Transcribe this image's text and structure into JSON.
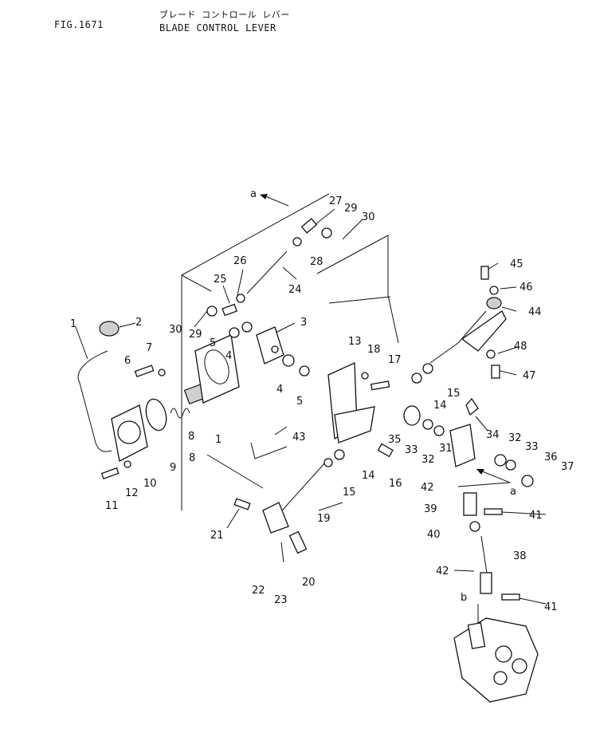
{
  "header": {
    "fig_label": "FIG.1671",
    "title_jp": "ブレード コントロール レバー",
    "title_en": "BLADE CONTROL LEVER"
  },
  "diagram": {
    "view_refs": [
      "a",
      "a",
      "b"
    ],
    "callouts": [
      "1",
      "1",
      "2",
      "3",
      "4",
      "4",
      "5",
      "5",
      "6",
      "7",
      "8",
      "8",
      "9",
      "10",
      "11",
      "12",
      "13",
      "14",
      "14",
      "15",
      "15",
      "16",
      "17",
      "18",
      "19",
      "20",
      "21",
      "22",
      "23",
      "24",
      "25",
      "26",
      "27",
      "28",
      "29",
      "29",
      "30",
      "30",
      "31",
      "32",
      "32",
      "33",
      "33",
      "34",
      "35",
      "36",
      "37",
      "38",
      "39",
      "40",
      "41",
      "41",
      "42",
      "42",
      "43",
      "44",
      "45",
      "46",
      "47",
      "48"
    ]
  }
}
